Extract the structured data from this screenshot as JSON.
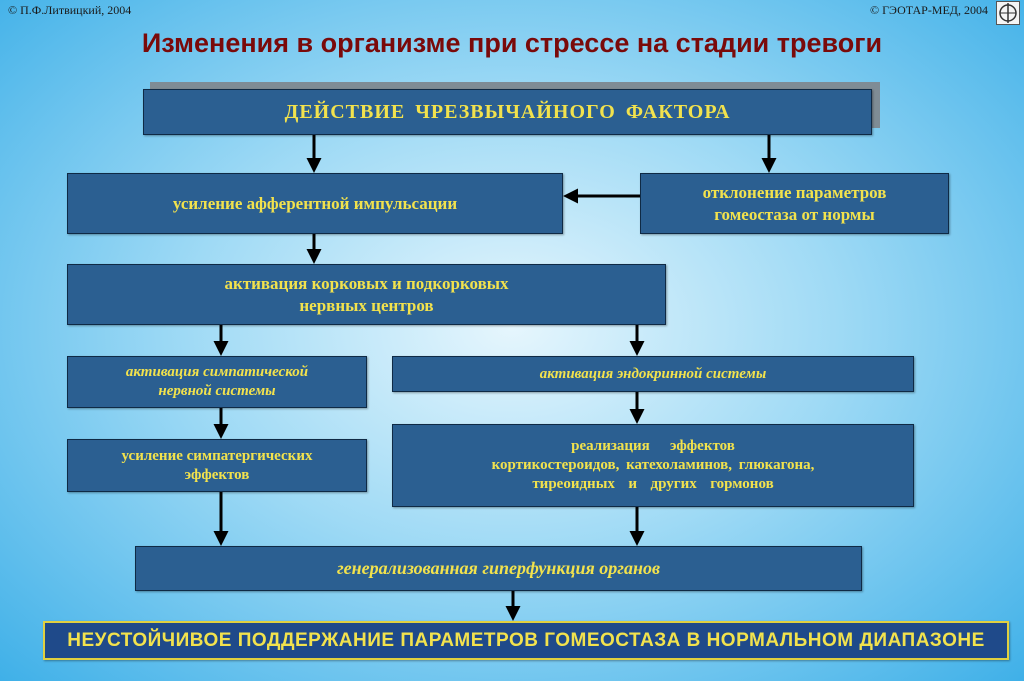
{
  "header": {
    "copyright_left": "© П.Ф.Литвицкий, 2004",
    "copyright_right": "© ГЭОТАР-МЕД, 2004",
    "title": "Изменения в организме при стрессе на стадии тревоги"
  },
  "boxes": {
    "factor": "ДЕЙСТВИЕ  ЧРЕЗВЫЧАЙНОГО  ФАКТОРА",
    "afferent": "усиление афферентной импульсации",
    "deviation_line1": "отклонение параметров",
    "deviation_line2": "гомеостаза от нормы",
    "cortical_line1": "активация корковых и подкорковых",
    "cortical_line2": "нервных центров",
    "sympathetic_line1": "активация симпатической",
    "sympathetic_line2": "нервной системы",
    "endocrine": "активация эндокринной системы",
    "sympathergic_line1": "усиление симпатергических",
    "sympathergic_line2": "эффектов",
    "hormones_line1": "реализация   эффектов",
    "hormones_line2": "кортикостероидов, катехоламинов, глюкагона,",
    "hormones_line3": "тиреоидных  и  других  гормонов",
    "hyperfunction": "генерализованная гиперфункция органов",
    "result": "НЕУСТОЙЧИВОЕ ПОДДЕРЖАНИЕ ПАРАМЕТРОВ ГОМЕОСТАЗА В НОРМАЛЬНОМ ДИАПАЗОНЕ"
  },
  "colors": {
    "box_fill": "#2b5f91",
    "box_text": "#f2e24d",
    "title": "#7a0a0a",
    "arrow": "#000000"
  }
}
